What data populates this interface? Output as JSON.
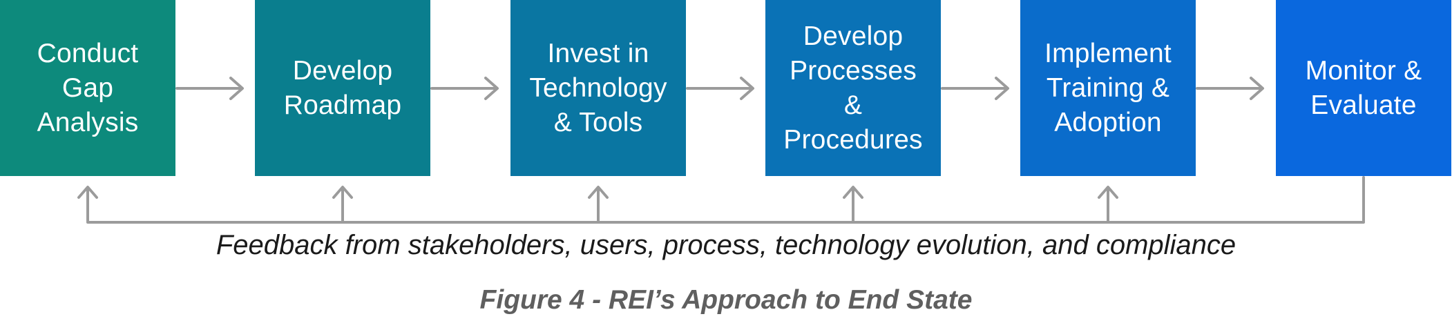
{
  "steps": [
    {
      "label": "Conduct\nGap\nAnalysis",
      "color": "#0d8a7c"
    },
    {
      "label": "Develop\nRoadmap",
      "color": "#0a7e8e"
    },
    {
      "label": "Invest in\nTechnology\n& Tools",
      "color": "#0a76a2"
    },
    {
      "label": "Develop\nProcesses\n&\nProcedures",
      "color": "#0a72b6"
    },
    {
      "label": "Implement\nTraining &\nAdoption",
      "color": "#0a6ccb"
    },
    {
      "label": "Monitor &\nEvaluate",
      "color": "#0a68de"
    }
  ],
  "feedback_text": "Feedback from stakeholders, users, process, technology evolution, and compliance",
  "caption": "Figure 4 - REI’s Approach to End State",
  "colors": {
    "arrow": "#9b9b9b"
  }
}
